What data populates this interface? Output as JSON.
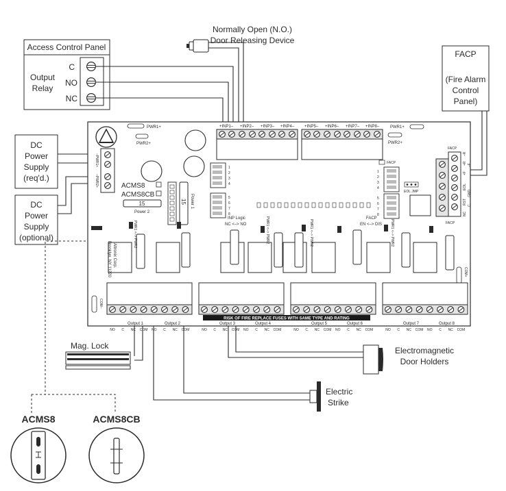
{
  "access_panel": {
    "title": "Access Control Panel",
    "output": "Output",
    "relay": "Relay",
    "terminals": [
      "C",
      "NO",
      "NC"
    ]
  },
  "door_release": {
    "line1": "Normally Open (N.O.)",
    "line2": "Door Releasing Device"
  },
  "facp_box": {
    "title": "FACP",
    "line1": "(Fire Alarm",
    "line2": "Control",
    "line3": "Panel)"
  },
  "dc_supply_1": {
    "line1": "DC",
    "line2": "Power",
    "line3": "Supply",
    "line4": "(req'd.)"
  },
  "dc_supply_2": {
    "line1": "DC",
    "line2": "Power",
    "line3": "Supply",
    "line4": "(optional)"
  },
  "board": {
    "inputs_a": [
      "+INP1–",
      "+INP2–",
      "+INP3–",
      "+INP4–"
    ],
    "inputs_b": [
      "+INP5–",
      "+INP6–",
      "+INP7–",
      "+INP8–"
    ],
    "pwr1": "PWR1+",
    "pwr2": "PWR2+",
    "pwr1_right": "PWR1+",
    "pwr2_right": "PWR2+",
    "pwr_terms": [
      "–PWR1+",
      "–PWR2+"
    ],
    "model_acms8": "ACMS8",
    "model_acms8cb": "ACMS8CB",
    "fuse_value": "15",
    "power2": "Power 2",
    "power1": "Power 1",
    "inp_logic": "INP Logic",
    "nc_no": "NC <–> NO",
    "facp_label": "FACP",
    "en_dis": "EN <–> DIS",
    "eol_jmp": "EOL JMP",
    "facp_terms": [
      "–R",
      "+R",
      "+F",
      "–F",
      "EOL",
      "GND",
      "RST",
      "C",
      "NC"
    ],
    "facp_top": "FACP",
    "facp_bottom": "FACP",
    "com_left": "COM–",
    "com_right": "COM+",
    "company": [
      "Altronix Corp.",
      "Brooklyn, NY 11220"
    ],
    "pwr_jumpers": [
      "PWR1 <–> PWR2",
      "PWR1 <–> PWR2",
      "PWR1 <–> PWR2",
      "PWR1 <–> PWR2"
    ],
    "warning": "RISK OF FIRE REPLACE FUSES WITH SAME TYPE AND RATING",
    "dip_numbers": [
      "1",
      "2",
      "3",
      "4",
      "5",
      "6",
      "7",
      "8"
    ],
    "outputs": [
      "Output 1",
      "Output 2",
      "Output 3",
      "Output 4",
      "Output 5",
      "Output 6",
      "Output 7",
      "Output 8"
    ],
    "contacts": [
      "NO",
      "C",
      "NC",
      "COM"
    ]
  },
  "mag_lock": "Mag. Lock",
  "holders": {
    "line1": "Electromagnetic",
    "line2": "Door Holders"
  },
  "strike": {
    "line1": "Electric",
    "line2": "Strike"
  },
  "models": {
    "left": "ACMS8",
    "right": "ACMS8CB"
  },
  "colors": {
    "ink": "#2a2a2a",
    "light": "#f2f2f2",
    "mid": "#cfcfcf"
  }
}
